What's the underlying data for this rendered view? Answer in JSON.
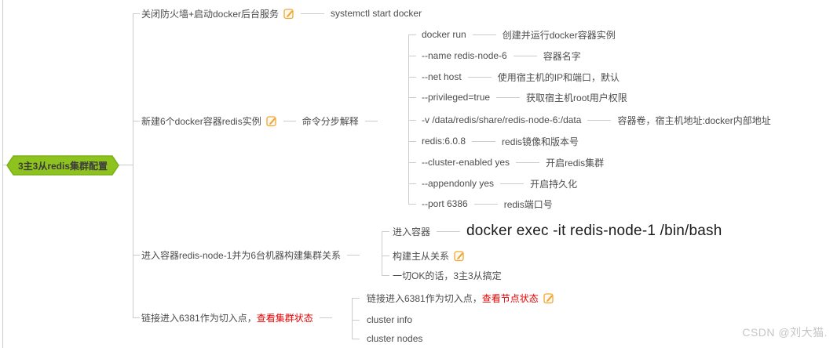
{
  "root": {
    "label": "3主3从redis集群配置"
  },
  "branches": [
    {
      "label": "关闭防火墙+启动docker后台服务",
      "desc": "systemctl start docker"
    },
    {
      "label": "新建6个docker容器redis实例",
      "mid_label": "命令分步解释",
      "children": [
        {
          "label": "docker run",
          "desc": "创建并运行docker容器实例"
        },
        {
          "label": "--name redis-node-6",
          "desc": "容器名字"
        },
        {
          "label": "--net host",
          "desc": "使用宿主机的IP和端口，默认"
        },
        {
          "label": "--privileged=true",
          "desc": "获取宿主机root用户权限"
        },
        {
          "label": "-v /data/redis/share/redis-node-6:/data",
          "desc": "容器卷，宿主机地址:docker内部地址"
        },
        {
          "label": "redis:6.0.8",
          "desc": "redis镜像和版本号"
        },
        {
          "label": "--cluster-enabled yes",
          "desc": "开启redis集群"
        },
        {
          "label": "--appendonly yes",
          "desc": "开启持久化"
        },
        {
          "label": "--port 6386",
          "desc": "redis端口号"
        }
      ]
    },
    {
      "label": "进入容器redis-node-1并为6台机器构建集群关系",
      "children": [
        {
          "label": "进入容器",
          "desc": "docker exec -it redis-node-1 /bin/bash"
        },
        {
          "label": "构建主从关系"
        },
        {
          "label": "一切OK的话，3主3从搞定"
        }
      ]
    },
    {
      "label_prefix": "链接进入6381作为切入点，",
      "label_red": "查看集群状态",
      "children": [
        {
          "label_prefix": "链接进入6381作为切入点，",
          "label_red": "查看节点状态"
        },
        {
          "label": "cluster info"
        },
        {
          "label": "cluster nodes"
        }
      ]
    }
  ],
  "watermark": "CSDN @刘大猫.",
  "colors": {
    "root_fill": "#8dc21f",
    "root_border": "#7ab116",
    "text": "#4d4d4d",
    "red_text": "#e60000",
    "line": "#cccccc",
    "note_icon_orange": "#f0a637"
  },
  "icons": {
    "note": "note-pencil-icon"
  }
}
